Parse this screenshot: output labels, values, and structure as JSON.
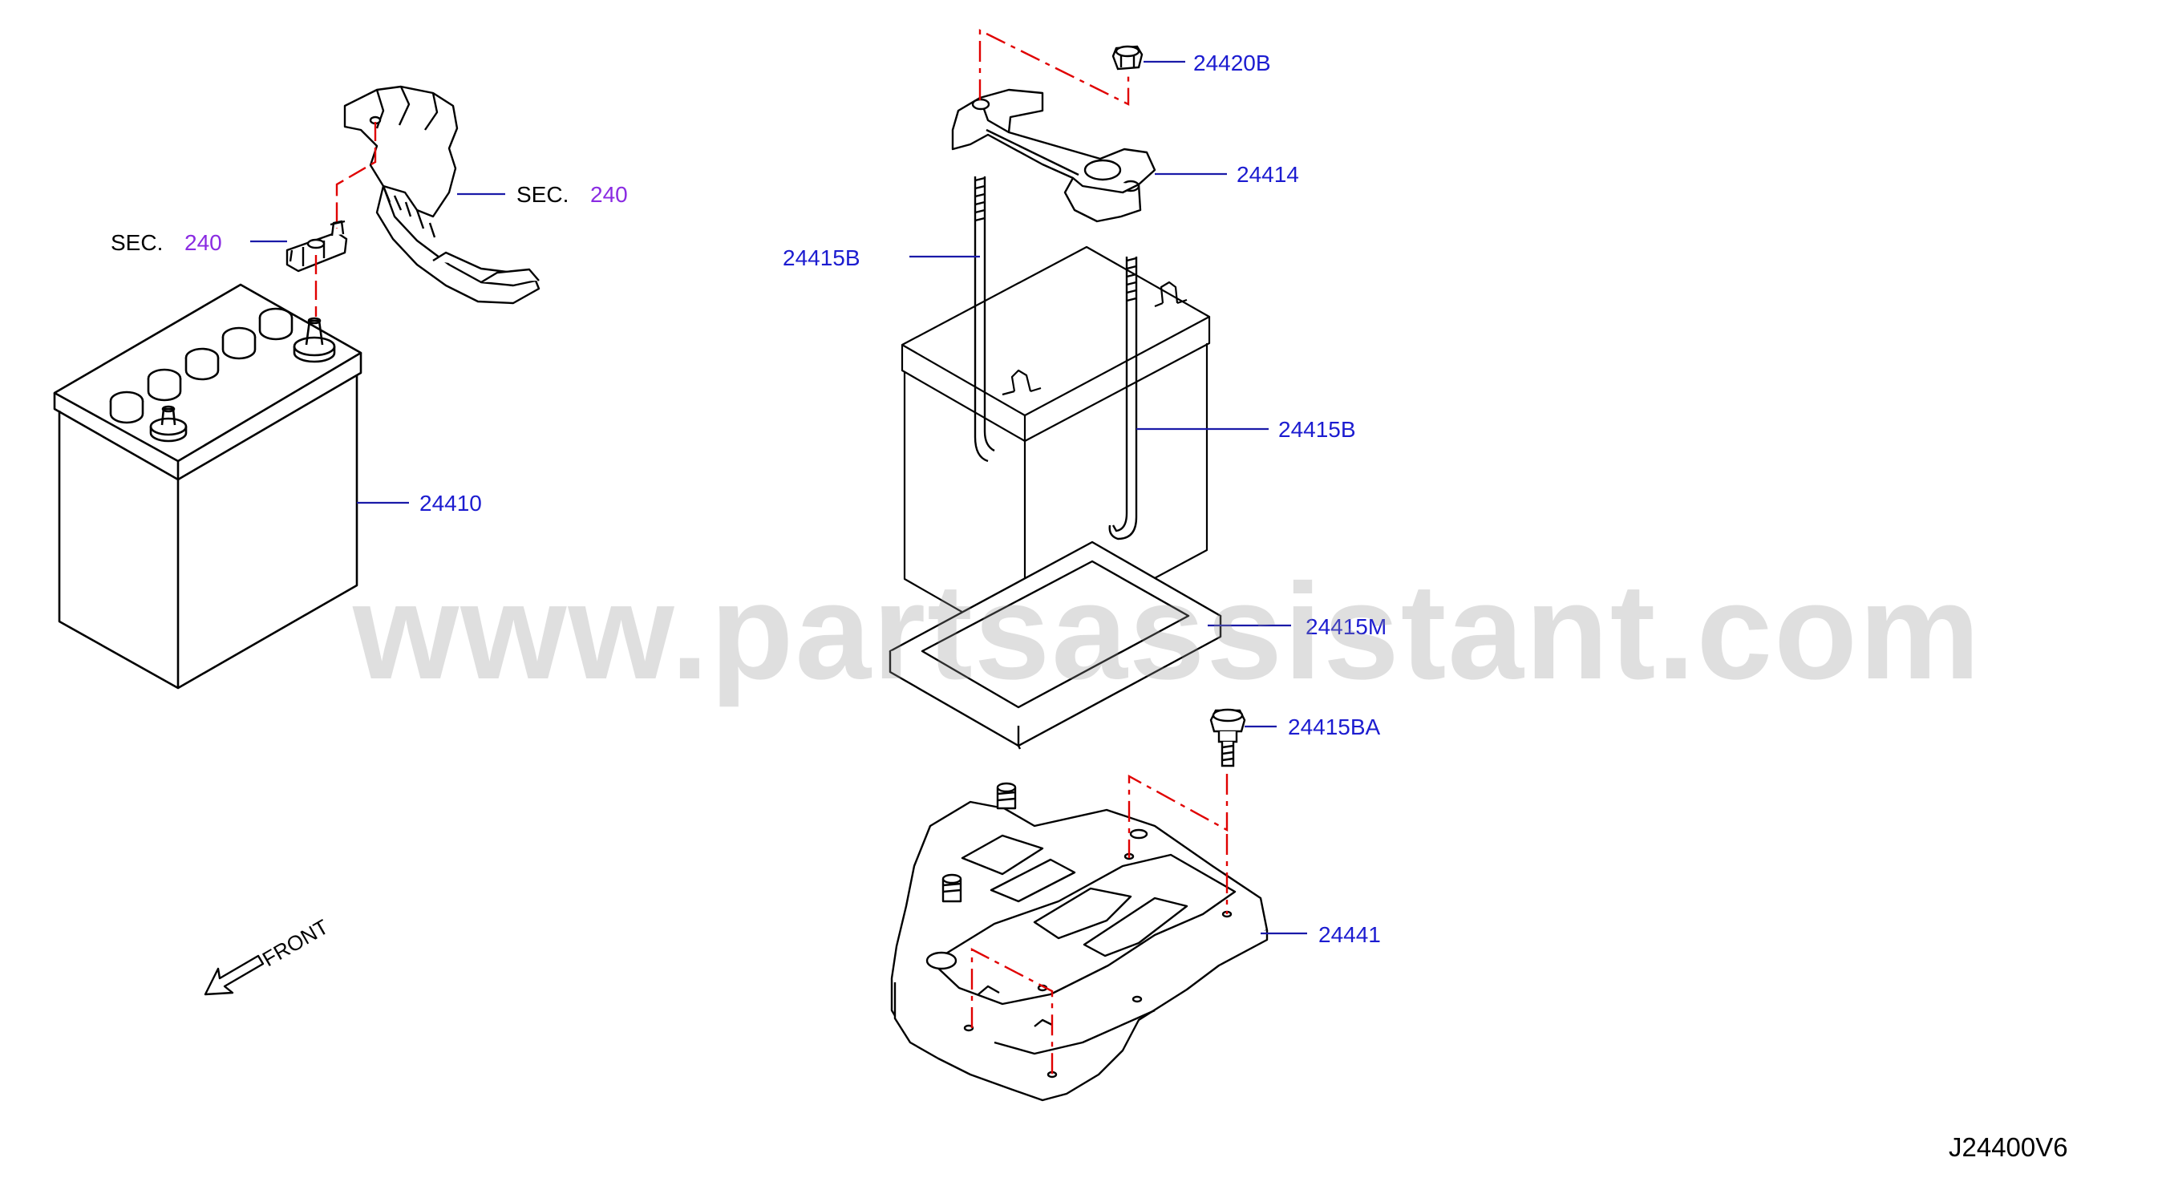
{
  "watermark": "www.partsassistant.com",
  "diagram_code": "J24400V6",
  "front_label": "FRONT",
  "colors": {
    "part_number": "#1c1cd0",
    "section_number": "#8a2be2",
    "leader": "#1a1aa8",
    "dash": "#e00000",
    "drawing": "#000000"
  },
  "callouts": {
    "p24420B": "24420B",
    "p24414": "24414",
    "p24415B_left": "24415B",
    "p24415B_right": "24415B",
    "p24410": "24410",
    "p24415M": "24415M",
    "p24415BA": "24415BA",
    "p24441": "24441",
    "sec_upper": {
      "prefix": "SEC.",
      "number": "240"
    },
    "sec_left": {
      "prefix": "SEC.",
      "number": "240"
    }
  }
}
